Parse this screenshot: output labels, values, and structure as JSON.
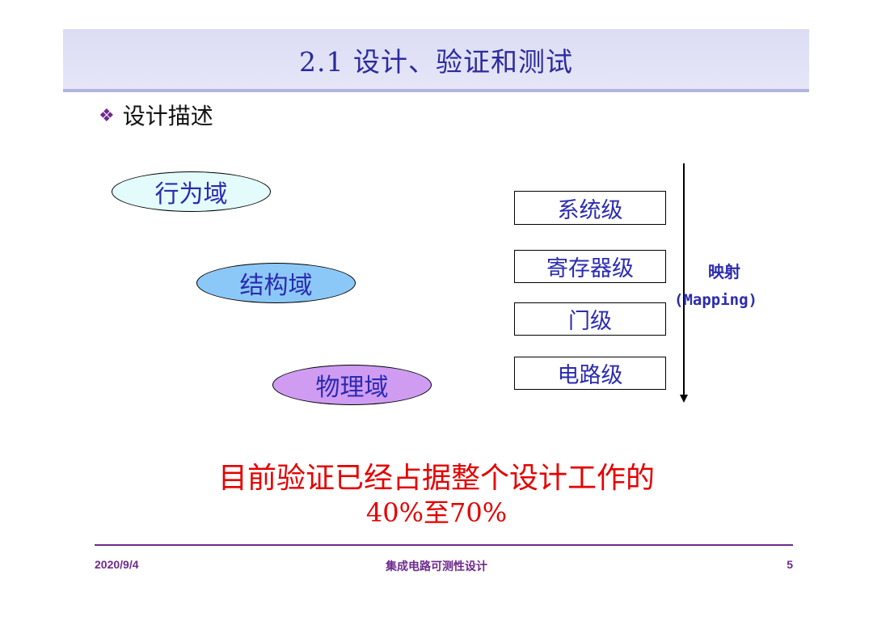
{
  "slide": {
    "title": "2.1 设计、验证和测试",
    "bullet": "设计描述",
    "bullet_icon": "diamond-bullet-icon"
  },
  "domains": [
    {
      "label": "行为域",
      "color": "#e3fbfb"
    },
    {
      "label": "结构域",
      "color": "#8cc8f7"
    },
    {
      "label": "物理域",
      "color": "#cf9cf2"
    }
  ],
  "levels": [
    "系统级",
    "寄存器级",
    "门级",
    "电路级"
  ],
  "mapping": {
    "label": "映射",
    "sub": "(Mapping)"
  },
  "highlight": {
    "line1": "目前验证已经占据整个设计工作的",
    "line2": "40%至70%"
  },
  "footer": {
    "date": "2020/9/4",
    "course": "集成电路可测性设计",
    "page": "5"
  },
  "colors": {
    "title_text": "#2b2b9e",
    "accent": "#6e2a8e",
    "highlight": "#e60000"
  }
}
